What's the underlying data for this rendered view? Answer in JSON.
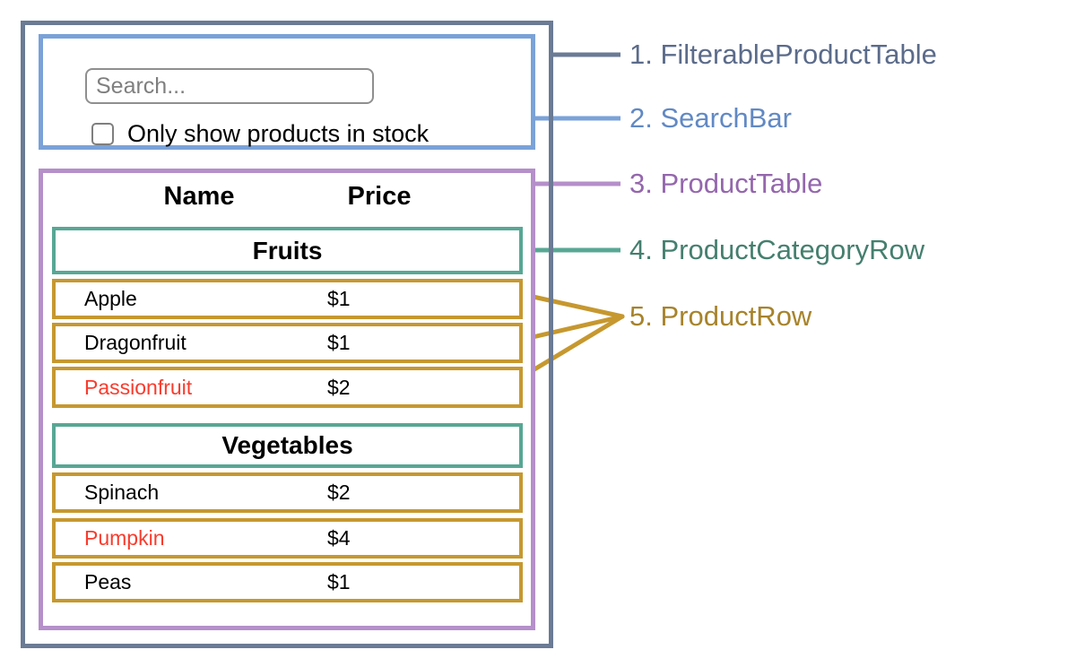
{
  "search_bar": {
    "placeholder": "Search...",
    "checkbox_label": "Only show products in stock",
    "checkbox_checked": "false"
  },
  "product_table": {
    "columns": [
      "Name",
      "Price"
    ],
    "sections": [
      {
        "category": "Fruits",
        "rows": [
          {
            "name": "Apple",
            "price": "$1",
            "name_color": "#000000"
          },
          {
            "name": "Dragonfruit",
            "price": "$1",
            "name_color": "#000000"
          },
          {
            "name": "Passionfruit",
            "price": "$2",
            "name_color": "#f93b2c"
          }
        ]
      },
      {
        "category": "Vegetables",
        "rows": [
          {
            "name": "Spinach",
            "price": "$2",
            "name_color": "#000000"
          },
          {
            "name": "Pumpkin",
            "price": "$4",
            "name_color": "#f93b2c"
          },
          {
            "name": "Peas",
            "price": "$1",
            "name_color": "#000000"
          }
        ]
      }
    ]
  },
  "legend": {
    "items": [
      {
        "label": "1. FilterableProductTable",
        "color": "#5b6b8a"
      },
      {
        "label": "2. SearchBar",
        "color": "#6189c4"
      },
      {
        "label": "3. ProductTable",
        "color": "#9467ad"
      },
      {
        "label": "4. ProductCategoryRow",
        "color": "#457f6e"
      },
      {
        "label": "5. ProductRow",
        "color": "#a7832b"
      }
    ]
  },
  "colors": {
    "outer_border": "#6b7b95",
    "searchbar_border": "#7aa2d8",
    "producttable_border": "#b58fca",
    "category_border": "#58a795",
    "row_border": "#c6982f",
    "highlight_text": "#f93b2c"
  }
}
